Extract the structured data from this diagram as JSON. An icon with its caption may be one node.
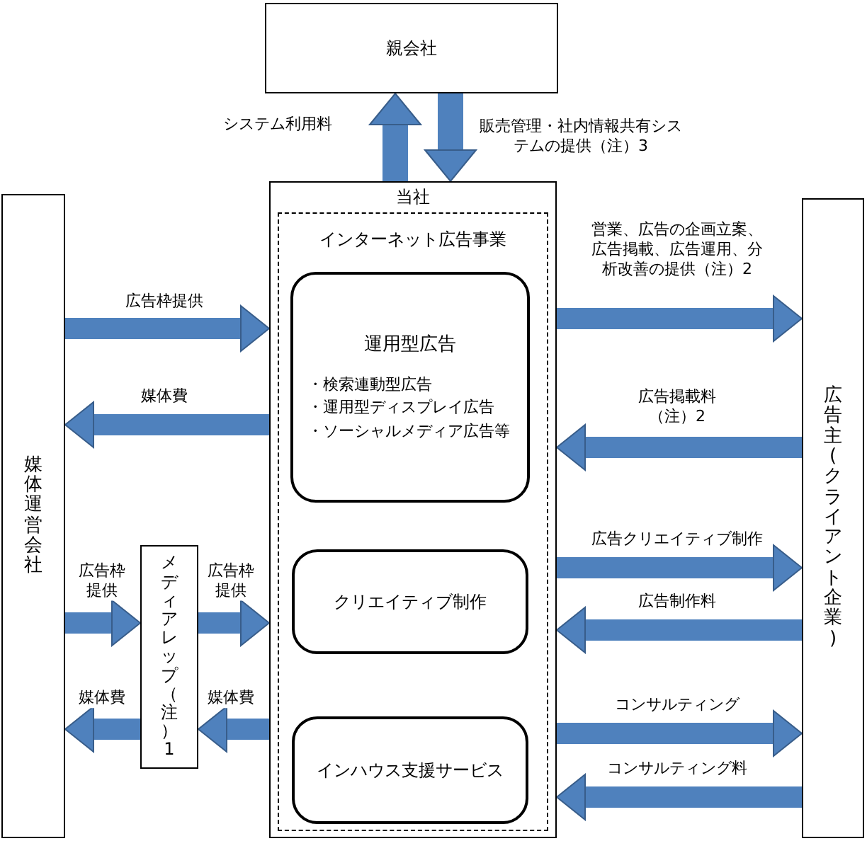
{
  "diagram": {
    "nodes": [
      {
        "text": [
          "親会社"
        ]
      },
      {
        "text": [
          "当社"
        ]
      },
      {
        "text": [
          "インターネット広告事業"
        ],
        "in": 1
      },
      {
        "text": [
          "運用型広告",
          "・検索連動型広告",
          "・運用型ディスプレイ広告",
          "・ソーシャルメディア広告等"
        ],
        "in": 2
      },
      {
        "text": [
          "クリエイティブ制作"
        ],
        "in": 2
      },
      {
        "text": [
          "インハウス支援サービス"
        ],
        "in": 2
      },
      {
        "text": [
          "媒体運営会社"
        ]
      },
      {
        "text": [
          "メディアレップ（注）1"
        ]
      },
      {
        "text": [
          "広告主(クライアント企業)"
        ]
      }
    ],
    "edges": [
      {
        "from": 1,
        "to": 0,
        "arrow": "to",
        "label": "システム利用料"
      },
      {
        "from": 0,
        "to": 1,
        "arrow": "to",
        "label": "販売管理・社内情報共有システムの提供（注）3"
      },
      {
        "from": 6,
        "to": 1,
        "arrow": "to",
        "label": "広告枠提供"
      },
      {
        "from": 1,
        "to": 6,
        "arrow": "to",
        "label": "媒体費"
      },
      {
        "from": 6,
        "to": 7,
        "arrow": "to",
        "label": "広告枠提供"
      },
      {
        "from": 7,
        "to": 1,
        "arrow": "to",
        "label": "広告枠提供"
      },
      {
        "from": 1,
        "to": 7,
        "arrow": "to",
        "label": "媒体費"
      },
      {
        "from": 7,
        "to": 6,
        "arrow": "to",
        "label": "媒体費"
      },
      {
        "from": 1,
        "to": 8,
        "arrow": "to",
        "label": "営業、広告の企画立案、広告掲載、広告運用、分析改善の提供（注）2"
      },
      {
        "from": 8,
        "to": 1,
        "arrow": "to",
        "label": "広告掲載料（注）2"
      },
      {
        "from": 1,
        "to": 8,
        "arrow": "to",
        "label": "広告クリエイティブ制作"
      },
      {
        "from": 8,
        "to": 1,
        "arrow": "to",
        "label": "広告制作料"
      },
      {
        "from": 1,
        "to": 8,
        "arrow": "to",
        "label": "コンサルティング"
      },
      {
        "from": 8,
        "to": 1,
        "arrow": "to",
        "label": "コンサルティング料"
      }
    ]
  }
}
